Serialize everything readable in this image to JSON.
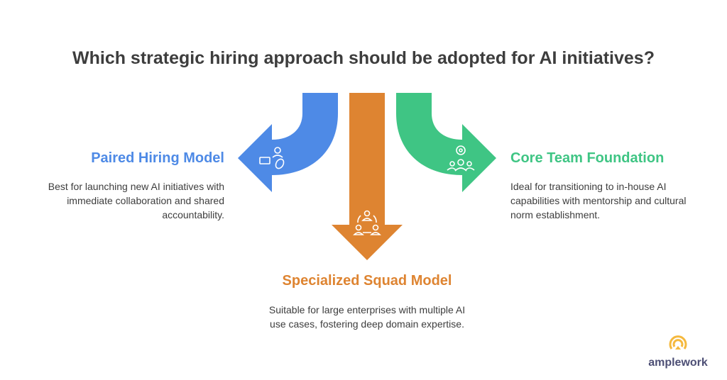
{
  "title": "Which strategic hiring approach should be adopted for AI initiatives?",
  "options": [
    {
      "title": "Paired Hiring Model",
      "description": "Best for launching new AI initiatives with immediate collaboration and shared accountability.",
      "color": "#4e8ae6",
      "icon": "laptop-person-icon"
    },
    {
      "title": "Specialized Squad Model",
      "description": "Suitable for large enterprises with multiple AI use cases, fostering deep domain expertise.",
      "color": "#de8431",
      "icon": "team-circle-icon"
    },
    {
      "title": "Core Team Foundation",
      "description": "Ideal for transitioning to in-house AI capabilities with mentorship and cultural norm establishment.",
      "color": "#3fc584",
      "icon": "group-ball-icon"
    }
  ],
  "brand": {
    "name": "amplework",
    "color": "#f5b93e"
  }
}
